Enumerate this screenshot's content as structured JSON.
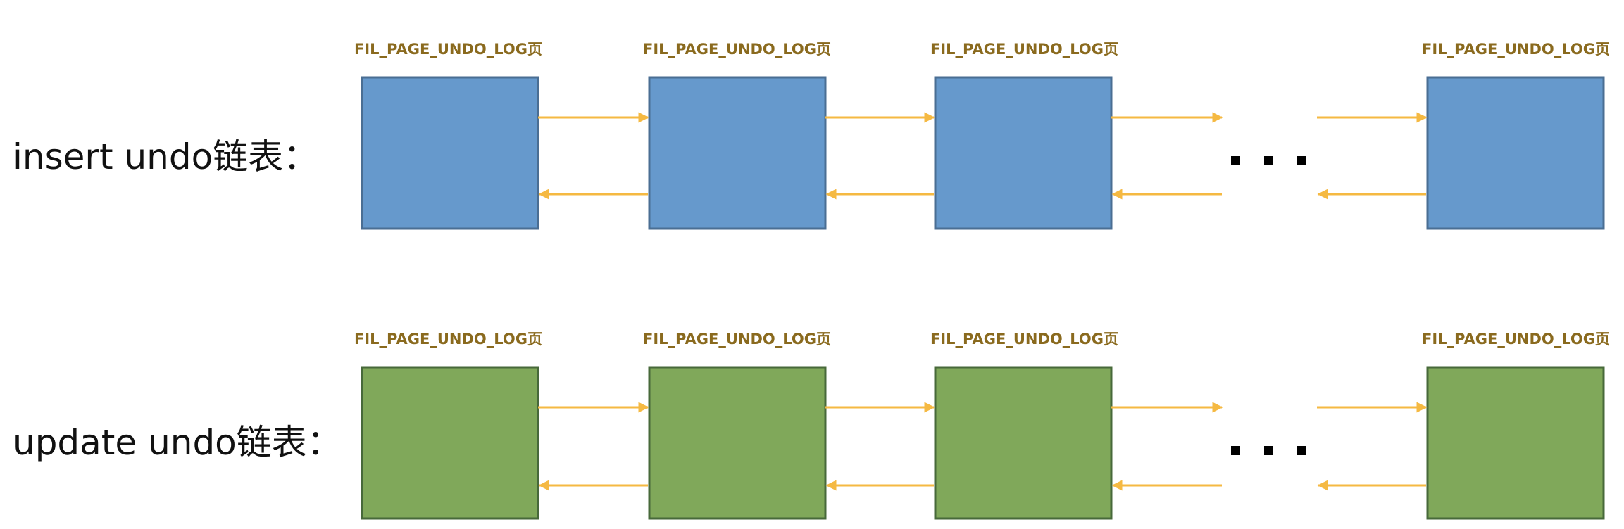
{
  "colors": {
    "caption": "#8a6a1e",
    "arrow": "#f5b942",
    "insert_fill": "#6699cc",
    "insert_stroke": "#4a6e93",
    "update_fill": "#80a85a",
    "update_stroke": "#47693a"
  },
  "rows": [
    {
      "label": "insert undo链表：",
      "pages": [
        {
          "caption": "FIL_PAGE_UNDO_LOG页"
        },
        {
          "caption": "FIL_PAGE_UNDO_LOG页"
        },
        {
          "caption": "FIL_PAGE_UNDO_LOG页"
        },
        {
          "caption": "FIL_PAGE_UNDO_LOG页"
        }
      ],
      "ellipsis": "..."
    },
    {
      "label": "update undo链表：",
      "pages": [
        {
          "caption": "FIL_PAGE_UNDO_LOG页"
        },
        {
          "caption": "FIL_PAGE_UNDO_LOG页"
        },
        {
          "caption": "FIL_PAGE_UNDO_LOG页"
        },
        {
          "caption": "FIL_PAGE_UNDO_LOG页"
        }
      ],
      "ellipsis": "..."
    }
  ]
}
